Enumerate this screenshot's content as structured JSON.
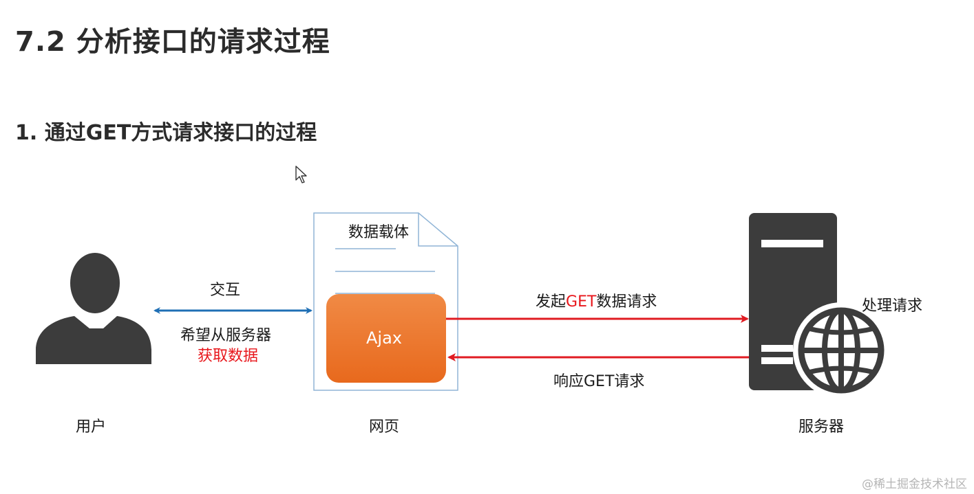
{
  "title": "7.2 分析接口的请求过程",
  "subtitle": "1. 通过GET方式请求接口的过程",
  "diagram": {
    "user_label": "用户",
    "page_label": "网页",
    "server_label": "服务器",
    "doc_title": "数据载体",
    "ajax_label": "Ajax",
    "interact_label": "交互",
    "want_label": "希望从服务器",
    "fetch_label": "获取数据",
    "request_prefix": "发起",
    "request_highlight": "GET",
    "request_suffix": "数据请求",
    "response_label": "响应GET请求",
    "process_label": "处理请求"
  },
  "colors": {
    "blue_arrow": "#1f6fb5",
    "red_arrow": "#e01b22",
    "ajax_orange": "#ef7b2f",
    "dark_icon": "#3c3c3c",
    "doc_border": "#8fb4d6"
  },
  "icons": {
    "user": "user-silhouette-icon",
    "server": "server-tower-icon",
    "globe": "globe-icon",
    "document": "document-icon",
    "cursor": "mouse-cursor-icon"
  },
  "watermark": "@稀土掘金技术社区"
}
